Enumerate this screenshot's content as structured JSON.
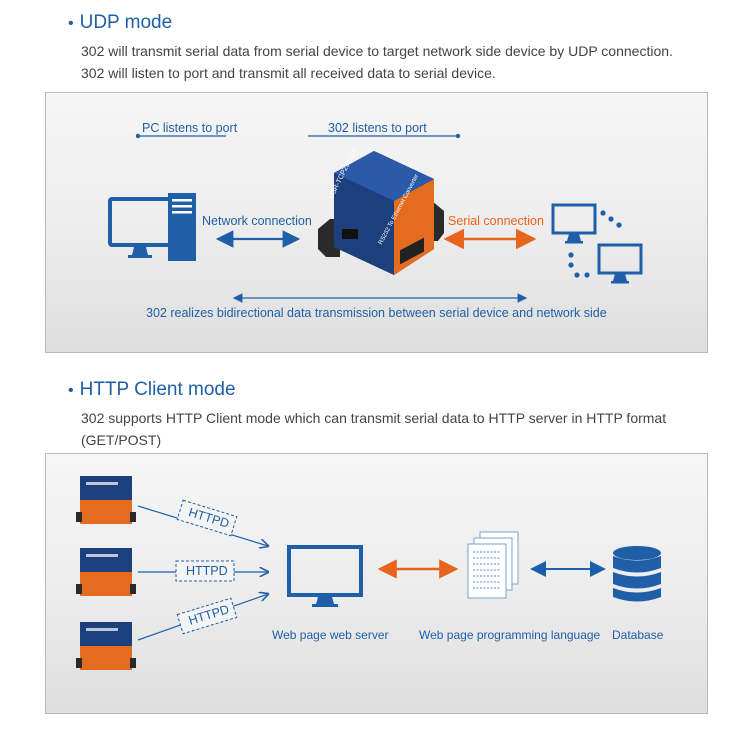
{
  "udp": {
    "title": "UDP mode",
    "desc_line1": "302 will transmit serial data from serial device to target network side device by UDP connection.",
    "desc_line2": "302 will listen to port and transmit all received data to serial device.",
    "pc_listens": "PC listens to port",
    "device_listens": "302 listens to port",
    "network_connection": "Network connection",
    "serial_connection": "Serial connection",
    "bidirectional": "302 realizes bidirectional data transmission between serial device and network side"
  },
  "http": {
    "title": "HTTP Client mode",
    "desc_line1": "302 supports HTTP Client mode which can transmit serial data to HTTP server in HTTP format",
    "desc_line2": "(GET/POST)",
    "httpd_1": "HTTPD",
    "httpd_2": "HTTPD",
    "httpd_3": "HTTPD",
    "web_server": "Web page web server",
    "programming_language": "Web page programming language",
    "database": "Database"
  },
  "device": {
    "model_text": "USR-TCP232-302",
    "sub_text": "RS232 To Ethernet Converter"
  },
  "colors": {
    "accent_blue": "#1f5fa8",
    "accent_orange": "#e8641b",
    "device_navy": "#1d3f7e"
  }
}
